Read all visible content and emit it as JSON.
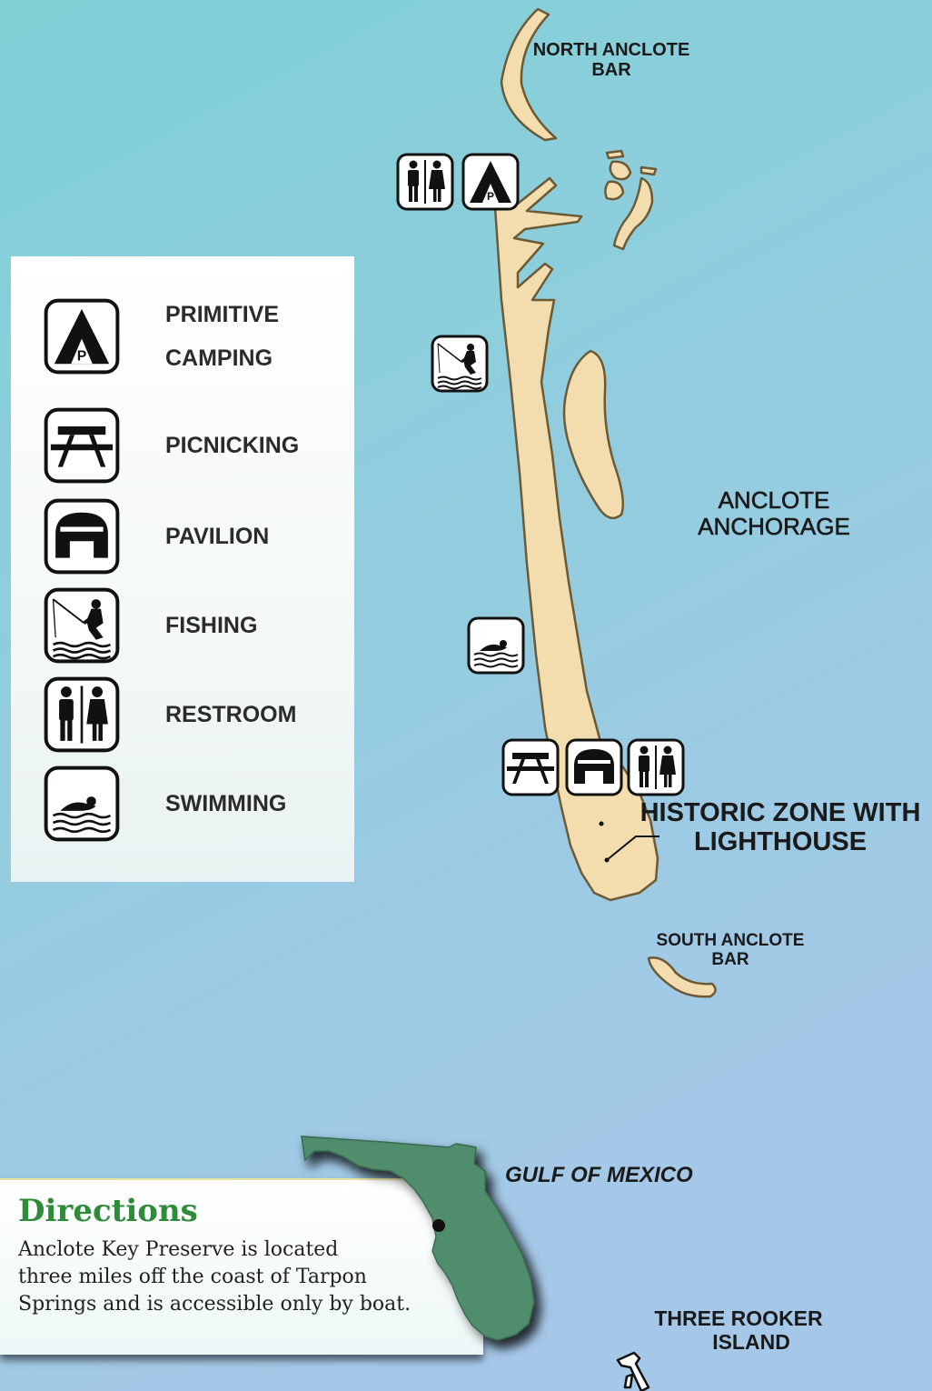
{
  "colors": {
    "sea_top": "#7fd1d6",
    "sea_bottom": "#a6c8e8",
    "sand": "#f3dcad",
    "outline": "#6b5a35",
    "florida": "#4f8d6c",
    "title_green": "#2e8b3a"
  },
  "labels": {
    "north_anclote_bar": [
      "NORTH ANCLOTE",
      "BAR"
    ],
    "anclote_anchorage": [
      "ANCLOTE",
      "ANCHORAGE"
    ],
    "historic_zone": [
      "HISTORIC ZONE WITH",
      "LIGHTHOUSE"
    ],
    "south_anclote_bar": [
      "SOUTH ANCLOTE",
      "BAR"
    ],
    "gulf_of_mexico": "GULF OF MEXICO",
    "three_rooker_island": [
      "THREE ROOKER",
      "ISLAND"
    ]
  },
  "legend": {
    "items": [
      {
        "icon": "tent-camping-icon",
        "label_lines": [
          "PRIMITIVE",
          "CAMPING"
        ]
      },
      {
        "icon": "picnic-table-icon",
        "label_lines": [
          "PICNICKING"
        ]
      },
      {
        "icon": "pavilion-icon",
        "label_lines": [
          "PAVILION"
        ]
      },
      {
        "icon": "fishing-icon",
        "label_lines": [
          "FISHING"
        ]
      },
      {
        "icon": "restroom-icon",
        "label_lines": [
          "RESTROOM"
        ]
      },
      {
        "icon": "swimming-icon",
        "label_lines": [
          "SWIMMING"
        ]
      }
    ]
  },
  "directions": {
    "title": "Directions",
    "lines": [
      "Anclote Key Preserve is located",
      "three miles off the coast of Tarpon",
      "Springs and is accessible only by boat."
    ]
  }
}
